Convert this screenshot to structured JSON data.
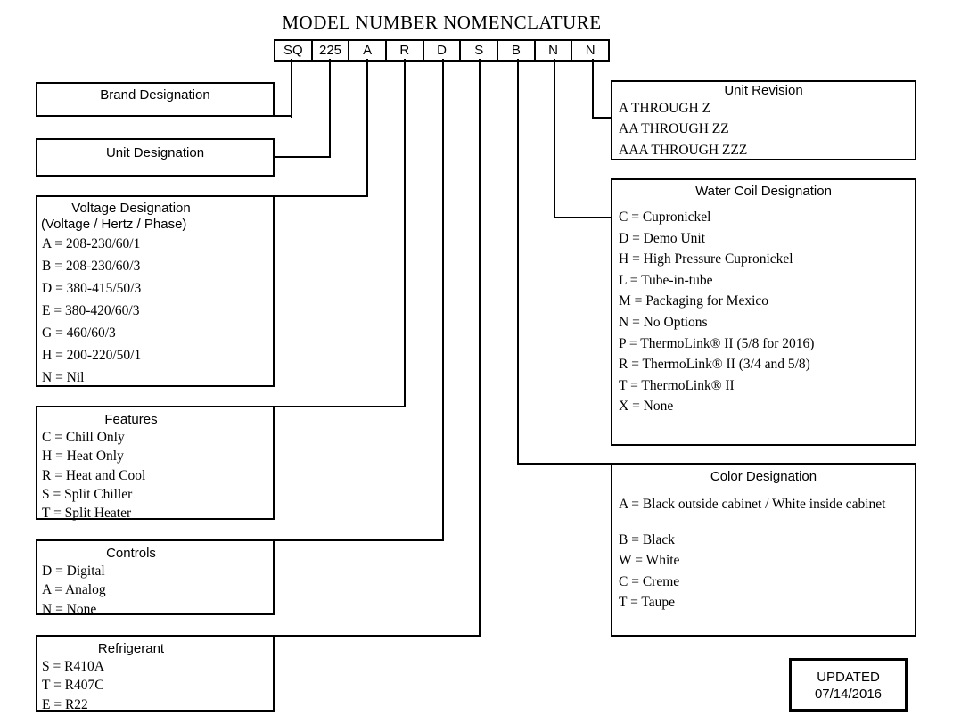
{
  "page_title": "MODEL NUMBER NOMENCLATURE",
  "model_number": {
    "segments": [
      "SQ",
      "225",
      "A",
      "R",
      "D",
      "S",
      "B",
      "N",
      "N"
    ]
  },
  "brand": {
    "title": "Brand Designation"
  },
  "unit": {
    "title": "Unit Designation"
  },
  "voltage": {
    "title": "Voltage Designation",
    "subtitle": "(Voltage / Hertz / Phase)",
    "items": [
      "A = 208-230/60/1",
      "B = 208-230/60/3",
      "D = 380-415/50/3",
      "E = 380-420/60/3",
      "G = 460/60/3",
      "H = 200-220/50/1",
      "N = Nil"
    ]
  },
  "features": {
    "title": "Features",
    "items": [
      "C = Chill Only",
      "H = Heat Only",
      "R = Heat and Cool",
      "S = Split Chiller",
      "T = Split Heater"
    ]
  },
  "controls": {
    "title": "Controls",
    "items": [
      "D = Digital",
      "A = Analog",
      "N = None"
    ]
  },
  "refrigerant": {
    "title": "Refrigerant",
    "items": [
      "S = R410A",
      "T = R407C",
      "E = R22"
    ]
  },
  "unit_revision": {
    "title": "Unit Revision",
    "items": [
      "A THROUGH Z",
      "AA THROUGH ZZ",
      "AAA THROUGH ZZZ"
    ]
  },
  "water_coil": {
    "title": "Water Coil Designation",
    "items": [
      "C = Cupronickel",
      "D = Demo Unit",
      "H = High Pressure Cupronickel",
      "L = Tube-in-tube",
      "M = Packaging for Mexico",
      "N = No Options",
      "P = ThermoLink® II (5/8 for 2016)",
      "R = ThermoLink® II (3/4 and 5/8)",
      "T = ThermoLink® II",
      "X = None"
    ]
  },
  "color": {
    "title": "Color Designation",
    "items": [
      "A = Black outside cabinet / White inside cabinet",
      "B = Black",
      "W = White",
      "C = Creme",
      "T = Taupe"
    ]
  },
  "updated": {
    "line1": "UPDATED",
    "line2": "07/14/2016"
  },
  "colors": {
    "ink": "#000000",
    "background": "#ffffff"
  }
}
